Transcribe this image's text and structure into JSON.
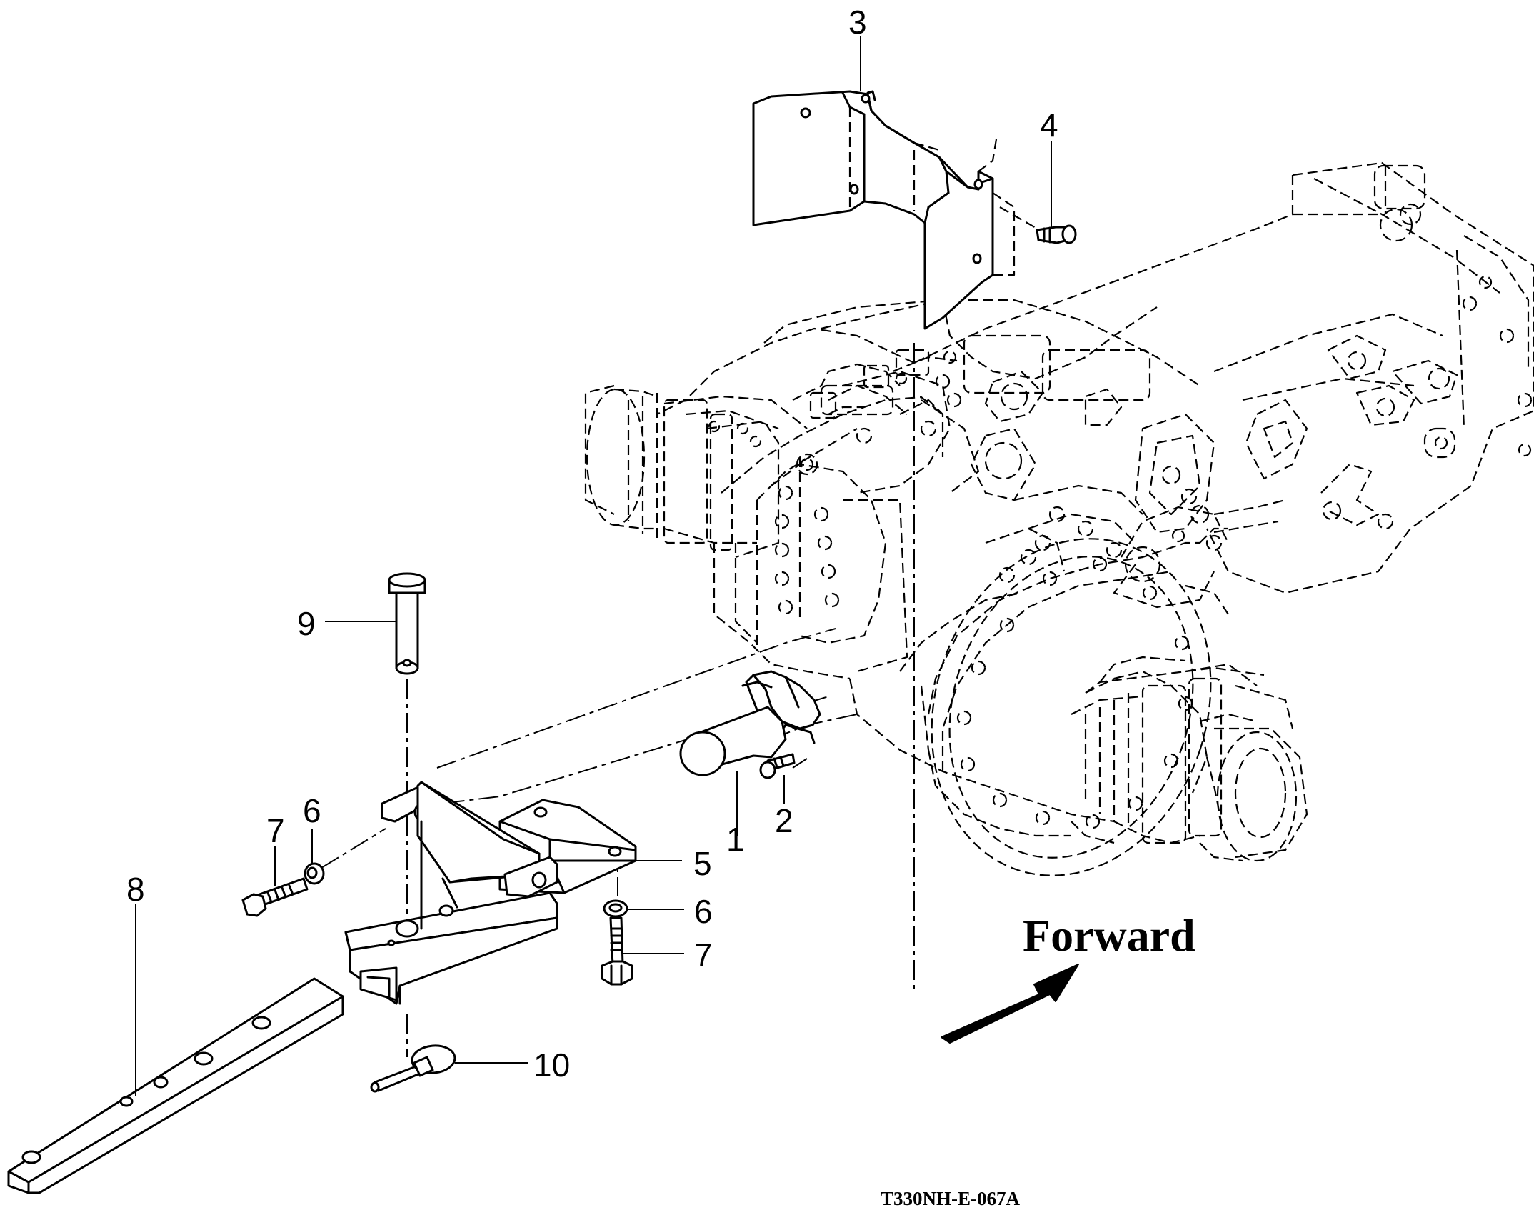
{
  "diagram": {
    "direction_label": "Forward",
    "drawing_code": "T330NH-E-067A",
    "callouts": [
      {
        "id": "c1",
        "text": "1"
      },
      {
        "id": "c2",
        "text": "2"
      },
      {
        "id": "c3",
        "text": "3"
      },
      {
        "id": "c4",
        "text": "4"
      },
      {
        "id": "c5",
        "text": "5"
      },
      {
        "id": "c6a",
        "text": "6"
      },
      {
        "id": "c6b",
        "text": "6"
      },
      {
        "id": "c7a",
        "text": "7"
      },
      {
        "id": "c7b",
        "text": "7"
      },
      {
        "id": "c8",
        "text": "8"
      },
      {
        "id": "c9",
        "text": "9"
      },
      {
        "id": "c10",
        "text": "10"
      }
    ]
  }
}
